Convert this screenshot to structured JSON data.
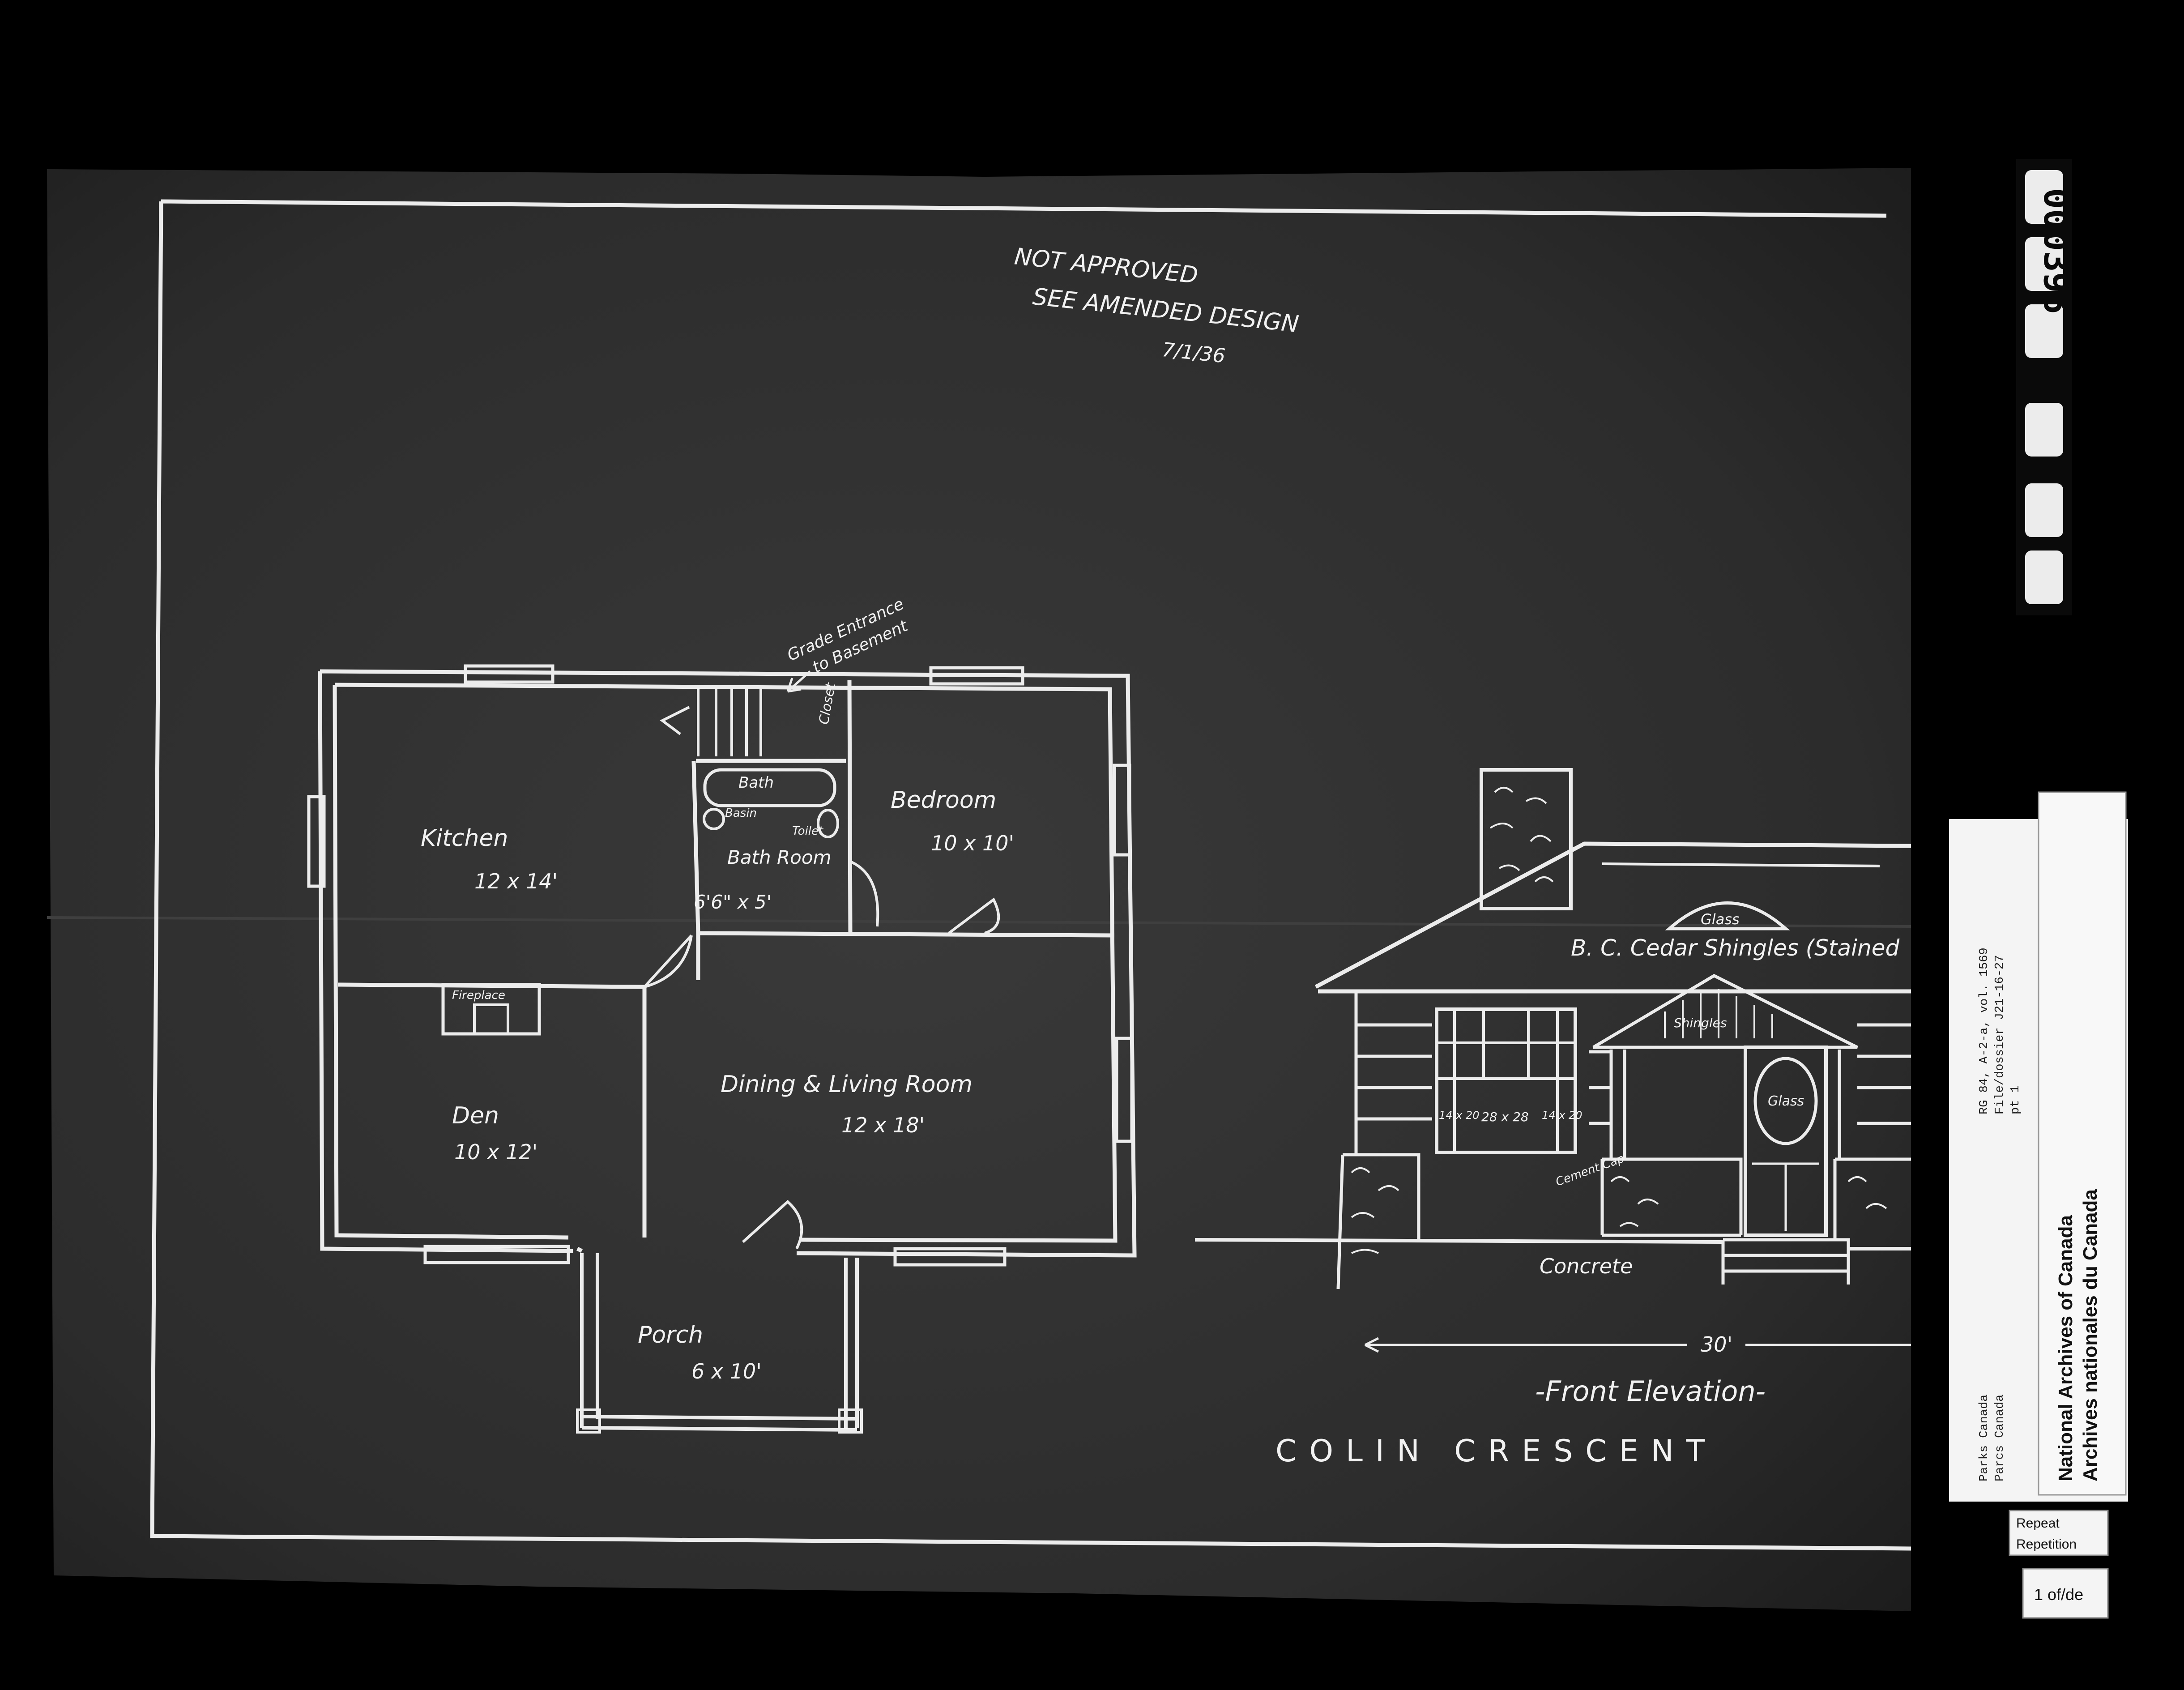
{
  "stamp": {
    "line1": "NOT APPROVED",
    "line2": "SEE AMENDED DESIGN",
    "date": "7/1/36"
  },
  "plan": {
    "rooms": {
      "kitchen": {
        "name": "Kitchen",
        "size": "12 x 14'"
      },
      "bedroom": {
        "name": "Bedroom",
        "size": "10 x 10'"
      },
      "bath": {
        "name": "Bath Room",
        "size": "6'6\" x 5'"
      },
      "den": {
        "name": "Den",
        "size": "10 x 12'"
      },
      "dining": {
        "name": "Dining & Living Room",
        "size": "12 x 18'"
      },
      "porch": {
        "name": "Porch",
        "size": "6 x 10'"
      }
    },
    "fixtures": {
      "bath_tub": "Bath",
      "basin": "Basin",
      "toilet": "Toilet",
      "closet": "Closet",
      "fireplace": "Fireplace"
    },
    "grade_entrance": [
      "Grade Entrance",
      "to Basement"
    ]
  },
  "elevation": {
    "glass_top": "Glass",
    "shingles": "B. C. Cedar Shingles (Stained",
    "shingles_small": "Shingles",
    "door_glass": "Glass",
    "window_sizes": [
      "14 x 20",
      "28 x 28",
      "14 x 20"
    ],
    "cement_cap": "Cement Cap",
    "concrete": "Concrete",
    "width_dim": "30'",
    "title": "-Front Elevation-"
  },
  "project_title": "COLIN CRESCENT",
  "frame_counter": "000396",
  "archive_label": {
    "org_en": "National Archives of Canada",
    "org_fr": "Archives nationales du Canada",
    "ref_line1": "RG 84, A-2-a, vol. 1569",
    "ref_line2": "File/dossier J21-16-27",
    "ref_line3": "pt 1",
    "source_en": "Parks Canada",
    "source_fr": "Parcs Canada"
  },
  "repeat_label": {
    "line1": "Repeat",
    "line2": "Repetition"
  },
  "page_label": "1 of/de"
}
